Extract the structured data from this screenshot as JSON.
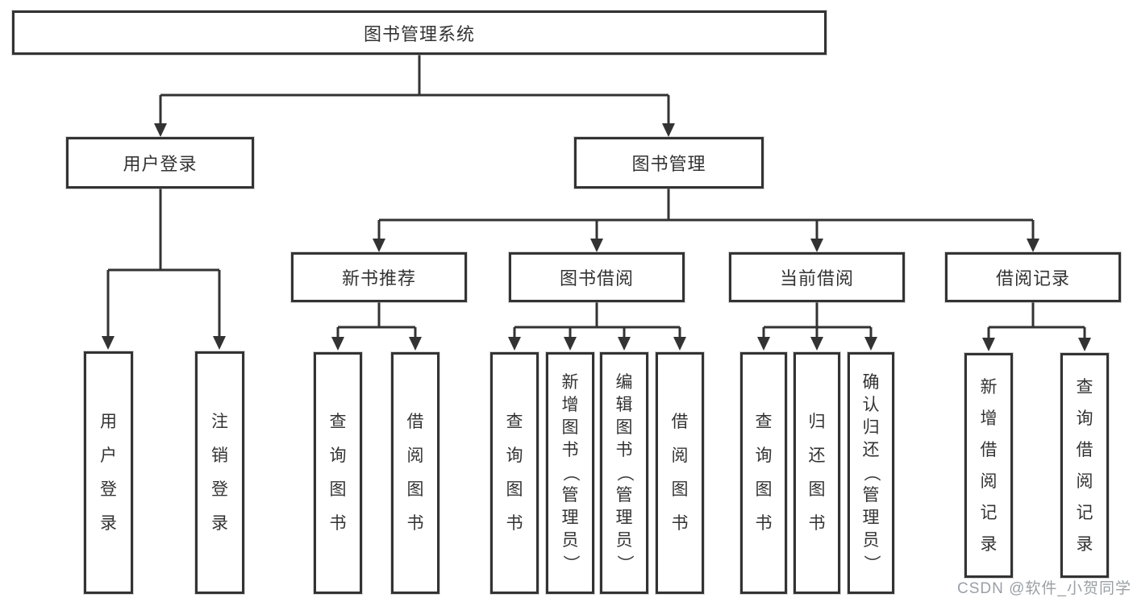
{
  "diagram": {
    "title": "图书管理系统",
    "root": {
      "label": "图书管理系统"
    },
    "branches": [
      {
        "label": "用户登录",
        "children": [
          {
            "label": "用户登录"
          },
          {
            "label": "注销登录"
          }
        ]
      },
      {
        "label": "图书管理",
        "children": [
          {
            "label": "新书推荐",
            "children": [
              {
                "label": "查询图书"
              },
              {
                "label": "借阅图书"
              }
            ]
          },
          {
            "label": "图书借阅",
            "children": [
              {
                "label": "查询图书"
              },
              {
                "label": "新增图书（管理员）"
              },
              {
                "label": "编辑图书（管理员）"
              },
              {
                "label": "借阅图书"
              }
            ]
          },
          {
            "label": "当前借阅",
            "children": [
              {
                "label": "查询图书"
              },
              {
                "label": "归还图书"
              },
              {
                "label": "确认归还（管理员）"
              }
            ]
          },
          {
            "label": "借阅记录",
            "children": [
              {
                "label": "新增借阅记录"
              },
              {
                "label": "查询借阅记录"
              }
            ]
          }
        ]
      }
    ]
  },
  "watermark": {
    "text": "CSDN @软件_小贺同学"
  },
  "colors": {
    "line": "#333333",
    "box_background": "#ffffff",
    "text": "#333333",
    "watermark": "#9aa0a6"
  }
}
